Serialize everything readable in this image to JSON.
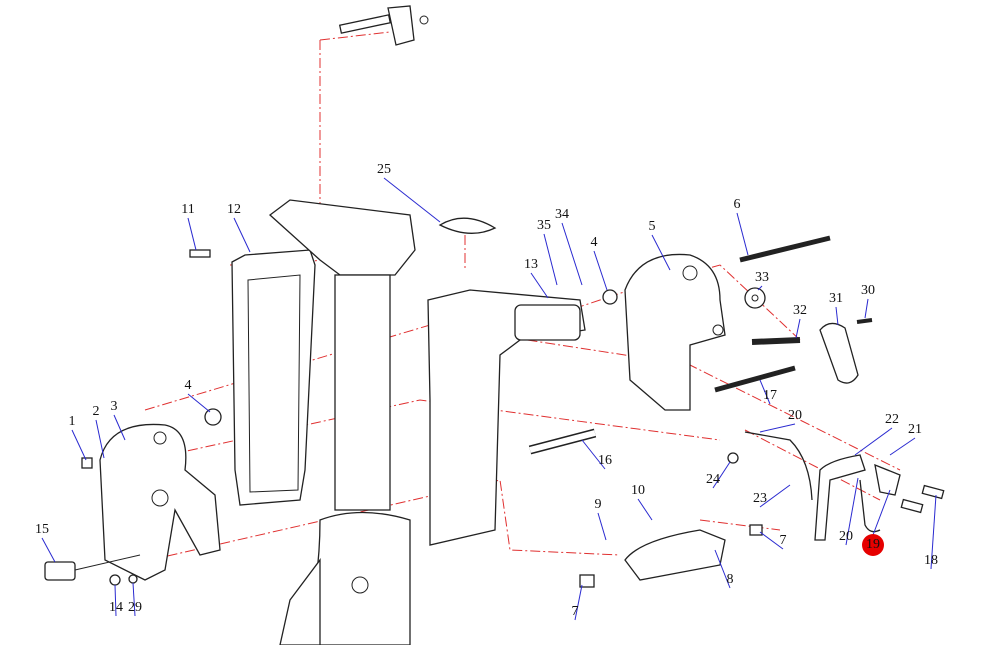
{
  "diagram": {
    "title": "Outboard swivel / clamp bracket exploded parts diagram",
    "highlighted_part": "19",
    "colors": {
      "leader": "#2a2ad0",
      "centerline": "#e03030",
      "highlight": "#e60000"
    },
    "callouts": [
      "1",
      "2",
      "3",
      "4",
      "4",
      "5",
      "6",
      "7",
      "7",
      "8",
      "9",
      "10",
      "11",
      "12",
      "13",
      "14",
      "29",
      "15",
      "16",
      "17",
      "18",
      "20",
      "20",
      "21",
      "22",
      "23",
      "24",
      "25",
      "30",
      "31",
      "32",
      "33",
      "34",
      "35"
    ]
  }
}
